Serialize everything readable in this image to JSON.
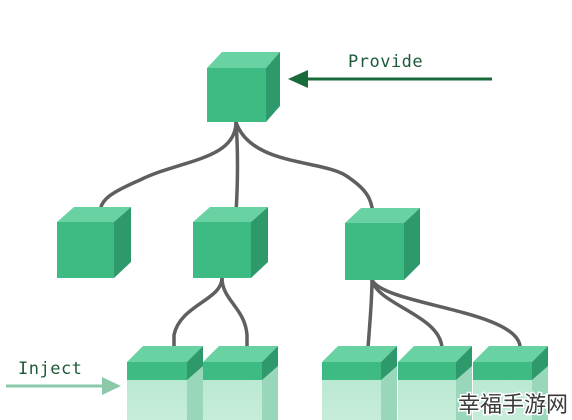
{
  "labels": {
    "provide": "Provide",
    "inject": "Inject"
  },
  "watermark": {
    "text": "幸福手游网"
  },
  "colors": {
    "cube_front": "#3dbb83",
    "cube_top": "#69d2a2",
    "cube_side": "#2e9a6b",
    "cube_faded_front": "#b3e6cf",
    "cube_faded_side": "#98d7ba",
    "connector": "#5f5f5f",
    "provide_arrow": "#1a6b3c",
    "inject_arrow": "#8cc9aa",
    "label_text": "#1d5a37"
  }
}
